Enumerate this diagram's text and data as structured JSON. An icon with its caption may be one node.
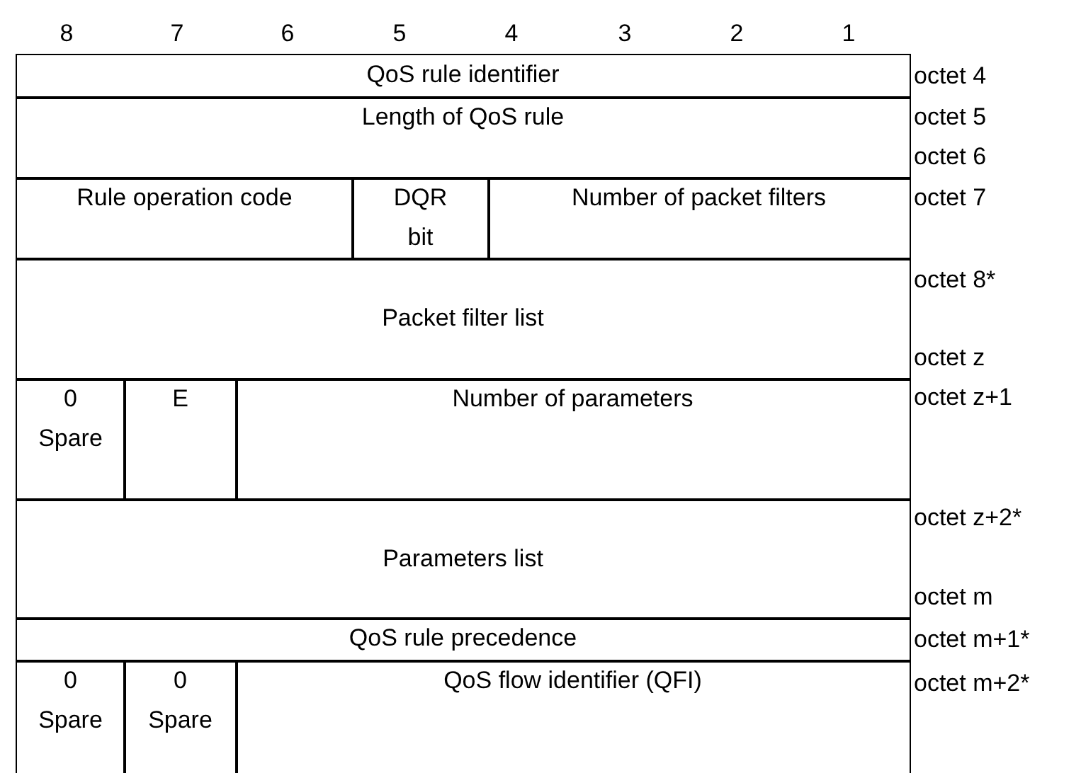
{
  "diagram": {
    "labels": [
      "8",
      "7",
      "6",
      "5",
      "4",
      "3",
      "2",
      "1",
      "QoS rule identifier",
      "octet 4",
      "Length of QoS rule",
      "octet 5",
      "octet 6",
      "Rule operation code",
      "DQR bit",
      "Number of packet filters",
      "octet 7",
      "Packet filter list",
      "octet 8*",
      "octet z",
      "0 Spare",
      "E",
      "Number of parameters",
      "octet z+1",
      "Parameters list",
      "octet z+2*",
      "octet m",
      "QoS rule precedence",
      "octet m+1*",
      "0 Spare",
      "0 Spare",
      "QoS flow identifier (QFI)",
      "octet m+2*"
    ]
  }
}
